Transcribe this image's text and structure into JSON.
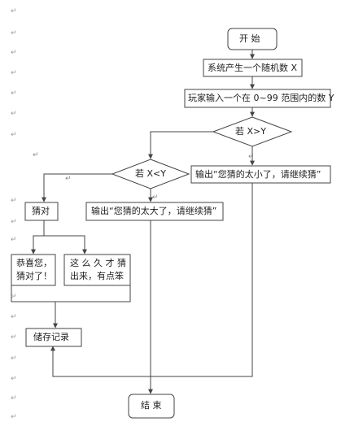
{
  "nodes": {
    "start": "开 始",
    "generate": "系统产生一个随机数 X",
    "input": "玩家输入一个在 0~99 范围内的数 Y",
    "cond_gt": "若 X>Y",
    "msg_small": "输出“您猜的太小了，请继续猜”",
    "cond_lt": "若 X<Y",
    "msg_big": "输出“您猜的太大了，请继续猜”",
    "correct": "猜对",
    "congrats_l1": "恭喜您，",
    "congrats_l2": "猜对了！",
    "slow_l1": "这 么 久 才 猜",
    "slow_l2": "出来，有点笨",
    "save": "储存记录",
    "end": "结 束"
  },
  "margin_mark": "↵",
  "paragraph_mark": "↵"
}
